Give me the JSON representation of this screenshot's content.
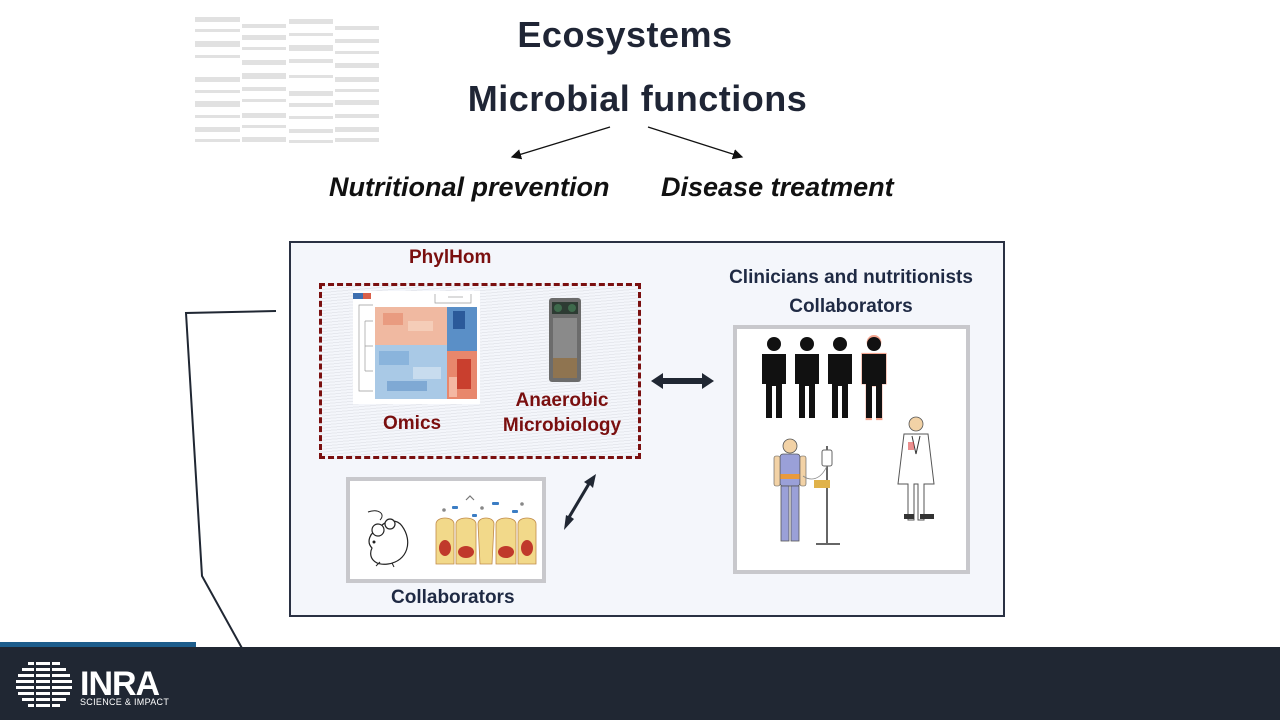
{
  "slide": {
    "title_ecosystems": "Ecosystems",
    "title_functions": "Microbial functions",
    "outcome_left": "Nutritional prevention",
    "outcome_right": "Disease treatment"
  },
  "diagram": {
    "phylhom_label": "PhylHom",
    "omics_label": "Omics",
    "anaerobic_label_line1": "Anaerobic",
    "anaerobic_label_line2": "Microbiology",
    "clinicians_line1": "Clinicians and nutritionists",
    "clinicians_line2": "Collaborators",
    "collaborators_bottom": "Collaborators"
  },
  "footer": {
    "logo_text": "INRA",
    "logo_subtitle": "SCIENCE & IMPACT"
  },
  "colors": {
    "title": "#1f2535",
    "dark_red": "#7a0f0f",
    "navy": "#1f2a44",
    "footer_bg": "#202733",
    "footer_accent": "#1d5d8c"
  }
}
